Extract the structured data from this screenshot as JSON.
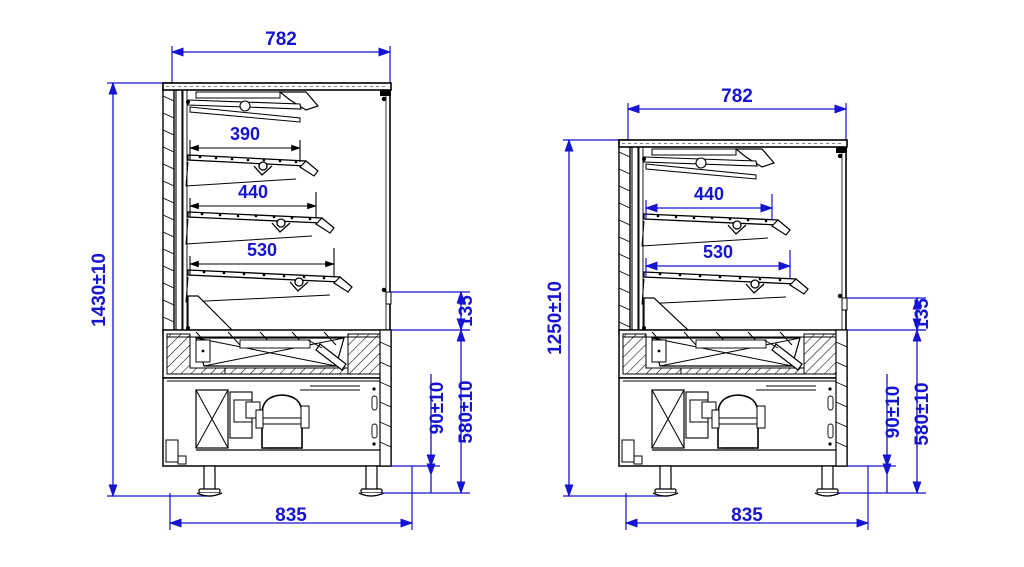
{
  "drawing": {
    "type": "technical-drawing",
    "subject": "Refrigerated display cabinet cross-section",
    "views": 2,
    "units": "mm",
    "colors": {
      "dimension_blue": "#1414d2",
      "outline_black": "#000000",
      "background": "#ffffff"
    }
  },
  "left_view": {
    "name": "tall-cabinet-section",
    "shelf_count": 3,
    "dimensions": {
      "overall_height": "1430±10",
      "top_width": "782",
      "base_width": "835",
      "front_height": "135",
      "leg_height": "90±10",
      "base_height": "580±10",
      "shelf_depths": [
        "390",
        "440",
        "530"
      ]
    }
  },
  "right_view": {
    "name": "short-cabinet-section",
    "shelf_count": 2,
    "dimensions": {
      "overall_height": "1250±10",
      "top_width": "782",
      "base_width": "835",
      "front_height": "135",
      "leg_height": "90±10",
      "base_height": "580±10",
      "shelf_depths": [
        "440",
        "530"
      ]
    }
  }
}
